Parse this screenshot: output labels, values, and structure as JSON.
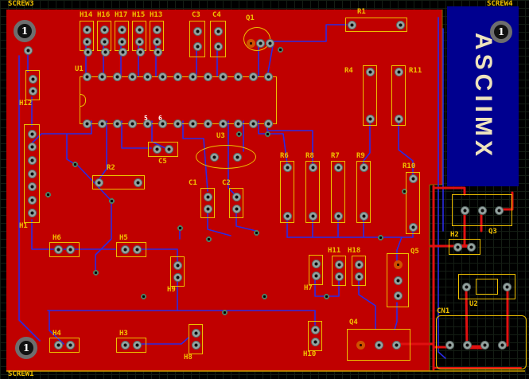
{
  "board": {
    "corner_labels": {
      "top_left": "SCREW3",
      "top_right": "SCREW4",
      "bottom_left": "SCREW1"
    },
    "screw_number": "1",
    "brand": "ASCIIMX",
    "pin_numbers": {
      "p5": "5",
      "p6": "6"
    },
    "colors": {
      "copper_pour": "#c00000",
      "bottom_trace": "#2a2ae6",
      "top_trace": "#e01010",
      "silkscreen": "#f2c200",
      "brand_block": "#00008f"
    },
    "components": {
      "H14": "H14",
      "H16": "H16",
      "H17": "H17",
      "H15": "H15",
      "H13": "H13",
      "C3": "C3",
      "C4": "C4",
      "Q1": "Q1",
      "R1": "R1",
      "U1": "U1",
      "R4": "R4",
      "R11": "R11",
      "H12": "H12",
      "U3": "U3",
      "C5": "C5",
      "R2": "R2",
      "C1": "C1",
      "C2": "C2",
      "R6": "R6",
      "R8": "R8",
      "R7": "R7",
      "R9": "R9",
      "R10": "R10",
      "H6": "H6",
      "H5": "H5",
      "H1": "H1",
      "H9": "H9",
      "H7": "H7",
      "H11": "H11",
      "H18": "H18",
      "Q5": "Q5",
      "H3": "H3",
      "H4": "H4",
      "H8": "H8",
      "H10": "H10",
      "Q4": "Q4",
      "Q3": "Q3",
      "H2": "H2",
      "U2": "U2",
      "CN1": "CN1"
    }
  }
}
